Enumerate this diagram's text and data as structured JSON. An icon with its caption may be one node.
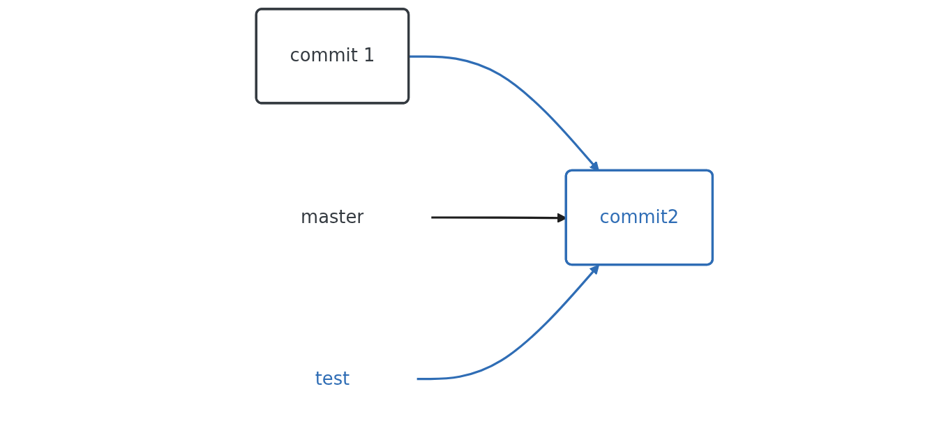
{
  "diagram": {
    "nodes": [
      {
        "text": [
          "commit 1"
        ]
      },
      {
        "text": [
          "commit2"
        ]
      },
      {
        "text": [
          "master"
        ]
      },
      {
        "text": [
          "test"
        ]
      }
    ],
    "edges": [
      {
        "from": 0,
        "to": 1,
        "arrow": "to"
      },
      {
        "from": 2,
        "to": 1,
        "arrow": "to",
        "color": "#1e1e1e"
      },
      {
        "from": 3,
        "to": 1,
        "arrow": "to"
      }
    ]
  }
}
